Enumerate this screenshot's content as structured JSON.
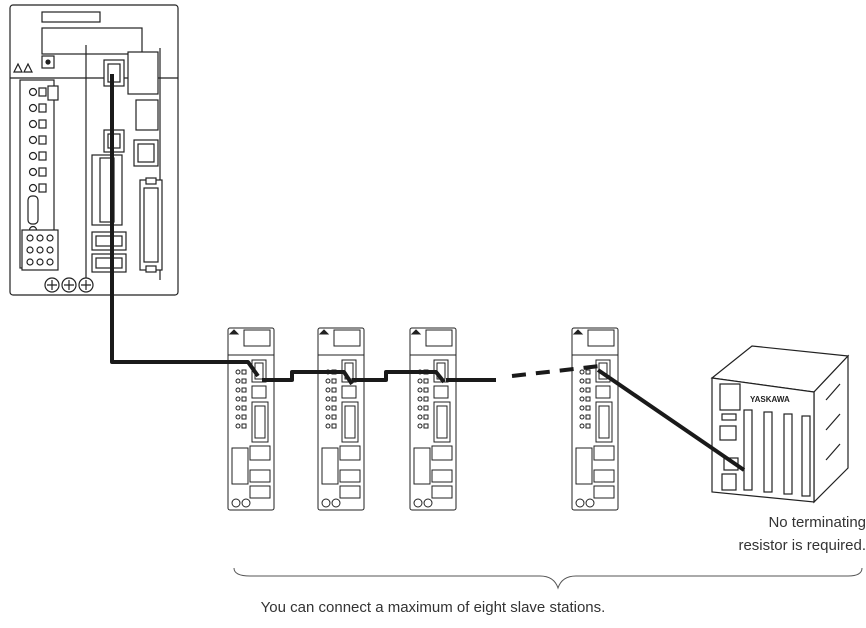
{
  "annotations": {
    "terminator_note_line1": "No terminating",
    "terminator_note_line2": "resistor is required.",
    "max_stations_note": "You can connect a maximum of eight slave stations."
  },
  "host_label": "YASKAWA",
  "colors": {
    "line": "#222222",
    "cable": "#1a1a1a",
    "panel_fill": "#ffffff",
    "text": "#333333"
  }
}
